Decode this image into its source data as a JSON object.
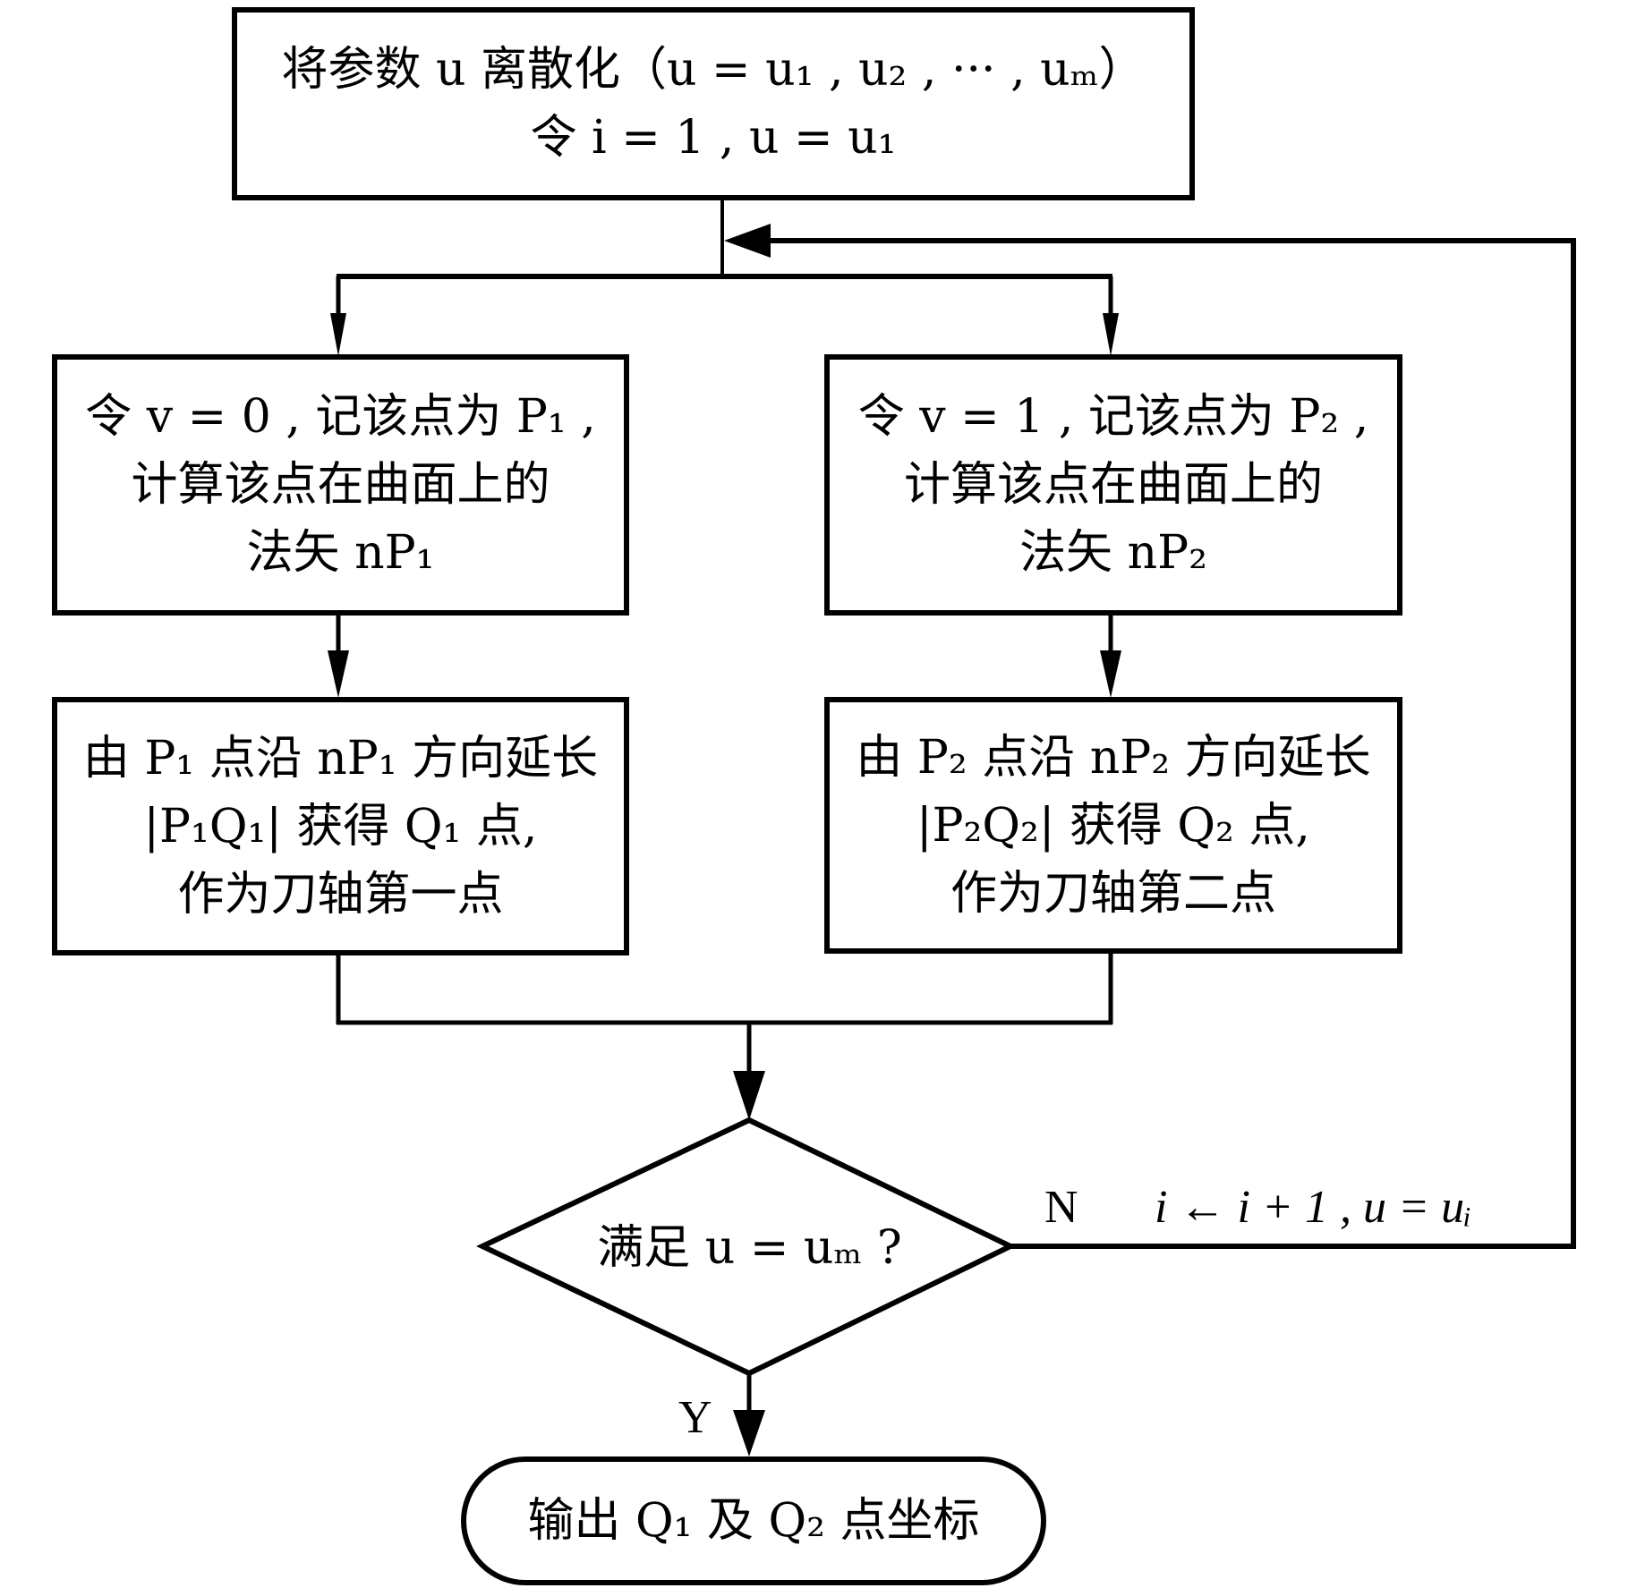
{
  "diagram": {
    "type": "flowchart",
    "colors": {
      "stroke": "#000000",
      "background": "#ffffff"
    },
    "nodes": {
      "start": {
        "line1": "将参数 u 离散化（u = u₁ , u₂ , ··· , uₘ）",
        "line2": "令 i = 1 , u = u₁"
      },
      "left_step1": {
        "line1": "令 v = 0 , 记该点为 P₁ ,",
        "line2": "计算该点在曲面上的",
        "line3": "法矢 nP₁"
      },
      "right_step1": {
        "line1": "令 v = 1 , 记该点为 P₂ ,",
        "line2": "计算该点在曲面上的",
        "line3": "法矢 nP₂"
      },
      "left_step2": {
        "line1": "由 P₁ 点沿 nP₁ 方向延长",
        "line2": "|P₁Q₁| 获得 Q₁ 点,",
        "line3": "作为刀轴第一点"
      },
      "right_step2": {
        "line1": "由 P₂ 点沿 nP₂ 方向延长",
        "line2": "|P₂Q₂| 获得 Q₂ 点,",
        "line3": "作为刀轴第二点"
      },
      "decision": {
        "text": "满足 u = uₘ ?"
      },
      "end": {
        "text": "输出 Q₁ 及 Q₂ 点坐标"
      }
    },
    "edge_labels": {
      "no": "N",
      "yes": "Y",
      "loop_update": "i ← i + 1 , u = uᵢ"
    }
  }
}
